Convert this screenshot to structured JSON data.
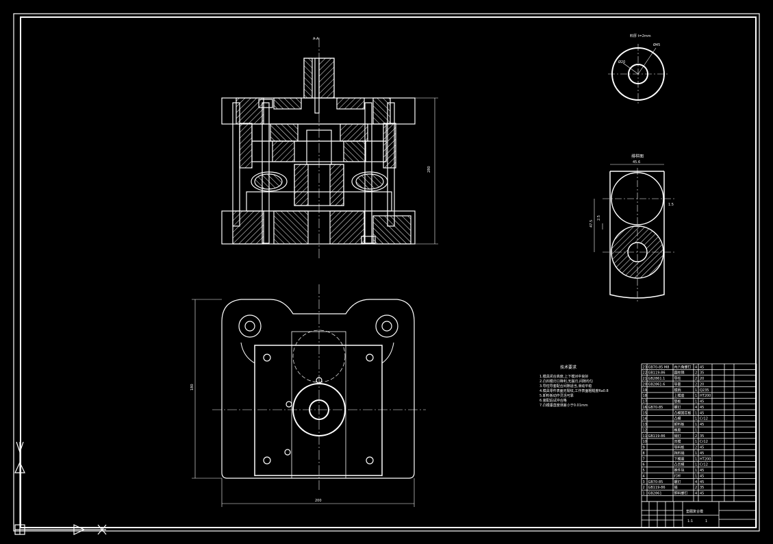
{
  "drawing": {
    "background": "#000000",
    "line_color": "#ffffff",
    "accent_color": "#cccccc"
  },
  "annotations": {
    "section_mark": "A-A",
    "notes_title": "技术要求",
    "detail_title": "排样图",
    "part_title": "零件图"
  },
  "dimensions": {
    "front_height": "280",
    "plan_width": "200",
    "plan_depth": "180",
    "part_outer": "Ø45",
    "part_inner": "Ø20",
    "strip_width": "45.6",
    "pitch": "47.5",
    "gap": "2.5",
    "edge": "1.5",
    "part_spec": "料厚 t=2mm"
  },
  "technical_notes": [
    "1.模具闭合高度,上下模对中良好",
    "2.凸凹模刃口锋利,无崩刃,间隙均匀",
    "3.导柱导套配合间隙适当,滑动平稳",
    "4.模具零件表面无裂纹,工作表面粗糙度Ra0.8",
    "5.卸料板动作灵活可靠",
    "6.装配后试冲合格",
    "7.凸模垂直度误差小于0.01mm"
  ],
  "bom_rows": [
    {
      "no": "23",
      "code": "GB70-85 M8",
      "name": "内六角螺钉",
      "qty": "4",
      "mat": "45"
    },
    {
      "no": "22",
      "code": "GB119-86",
      "name": "圆柱销",
      "qty": "2",
      "mat": "35"
    },
    {
      "no": "21",
      "code": "GB2861.1",
      "name": "导柱",
      "qty": "2",
      "mat": "20"
    },
    {
      "no": "20",
      "code": "GB2861.6",
      "name": "导套",
      "qty": "2",
      "mat": "20"
    },
    {
      "no": "19",
      "code": "",
      "name": "模柄",
      "qty": "1",
      "mat": "Q235"
    },
    {
      "no": "18",
      "code": "",
      "name": "上模座",
      "qty": "1",
      "mat": "HT200"
    },
    {
      "no": "17",
      "code": "",
      "name": "垫板",
      "qty": "1",
      "mat": "45"
    },
    {
      "no": "16",
      "code": "GB70-85",
      "name": "螺钉",
      "qty": "4",
      "mat": "45"
    },
    {
      "no": "15",
      "code": "",
      "name": "凸模固定板",
      "qty": "1",
      "mat": "45"
    },
    {
      "no": "14",
      "code": "",
      "name": "凸模",
      "qty": "1",
      "mat": "Cr12"
    },
    {
      "no": "13",
      "code": "",
      "name": "卸料板",
      "qty": "1",
      "mat": "45"
    },
    {
      "no": "12",
      "code": "",
      "name": "橡胶",
      "qty": "1",
      "mat": ""
    },
    {
      "no": "11",
      "code": "GB119-86",
      "name": "销钉",
      "qty": "2",
      "mat": "35"
    },
    {
      "no": "10",
      "code": "",
      "name": "凹模",
      "qty": "1",
      "mat": "Cr12"
    },
    {
      "no": "9",
      "code": "",
      "name": "导料板",
      "qty": "2",
      "mat": "45"
    },
    {
      "no": "8",
      "code": "",
      "name": "挡料销",
      "qty": "1",
      "mat": "45"
    },
    {
      "no": "7",
      "code": "",
      "name": "下模座",
      "qty": "1",
      "mat": "HT200"
    },
    {
      "no": "6",
      "code": "",
      "name": "凸凹模",
      "qty": "1",
      "mat": "Cr12"
    },
    {
      "no": "5",
      "code": "",
      "name": "推件块",
      "qty": "1",
      "mat": "45"
    },
    {
      "no": "4",
      "code": "",
      "name": "打杆",
      "qty": "1",
      "mat": "45"
    },
    {
      "no": "3",
      "code": "GB70-85",
      "name": "螺钉",
      "qty": "4",
      "mat": "45"
    },
    {
      "no": "2",
      "code": "GB119-86",
      "name": "销",
      "qty": "2",
      "mat": "35"
    },
    {
      "no": "1",
      "code": "GB2861",
      "name": "卸料螺钉",
      "qty": "4",
      "mat": "45"
    }
  ],
  "title_block": {
    "drawing_name": "垫圈复合模",
    "scale": "1:1",
    "sheet": "1"
  },
  "ucs": {
    "x_label": "X",
    "y_label": "Y"
  }
}
